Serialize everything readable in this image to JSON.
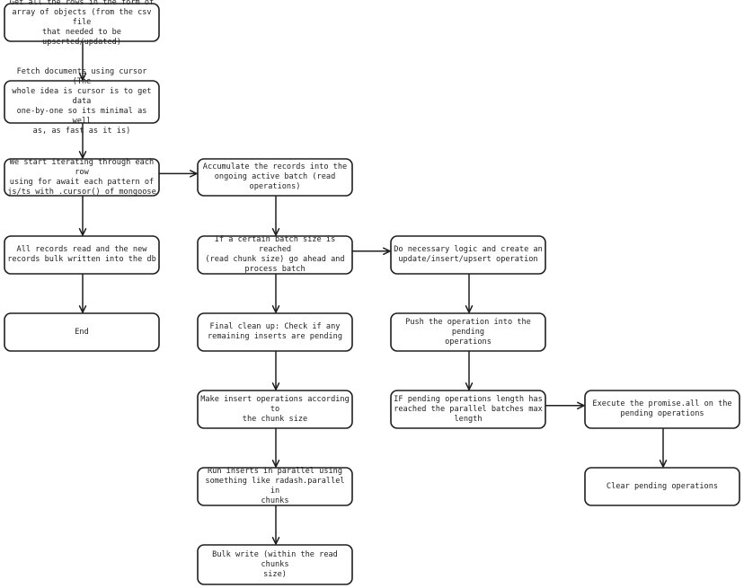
{
  "diagram": {
    "nodes": [
      {
        "id": "get-rows",
        "text": "Get all the rows in the form of\narray of objects (from the csv file\nthat needed to be upserted/updated)"
      },
      {
        "id": "fetch-cursor",
        "text": "Fetch documents using cursor (The\nwhole idea is cursor is to get data\none-by-one so its minimal as well\nas, as fast as it is)"
      },
      {
        "id": "iterate",
        "text": "We start iterating through each row\nusing for await each pattern of\njs/ts with .cursor() of mongoose"
      },
      {
        "id": "all-read",
        "text": "All records read and the new\nrecords bulk written into the db"
      },
      {
        "id": "end",
        "text": "End"
      },
      {
        "id": "accumulate",
        "text": "Accumulate the records into the\nongoing active batch (read\noperations)"
      },
      {
        "id": "batch-reached",
        "text": "If a certain batch size is reached\n(read chunk size) go ahead and\nprocess batch"
      },
      {
        "id": "final-cleanup",
        "text": "Final clean up: Check if any\nremaining inserts are pending"
      },
      {
        "id": "make-insert",
        "text": "Make insert operations according to\nthe chunk size"
      },
      {
        "id": "run-parallel",
        "text": "Run inserts in parallel using\nsomething like radash.parallel in\nchunks"
      },
      {
        "id": "bulk-write",
        "text": "Bulk write (within the read chunks\nsize)"
      },
      {
        "id": "necessary-logic",
        "text": "Do necessary logic and create an\nupdate/insert/upsert operation"
      },
      {
        "id": "push-op",
        "text": "Push the operation into the pending\noperations"
      },
      {
        "id": "pending-length",
        "text": "IF pending operations length has\nreached the parallel batches max\nlength"
      },
      {
        "id": "execute-promise",
        "text": "Execute the promise.all on the\npending operations"
      },
      {
        "id": "clear-pending",
        "text": "Clear pending operations"
      }
    ],
    "edges": [
      {
        "from": "get-rows",
        "to": "fetch-cursor"
      },
      {
        "from": "fetch-cursor",
        "to": "iterate"
      },
      {
        "from": "iterate",
        "to": "all-read"
      },
      {
        "from": "all-read",
        "to": "end"
      },
      {
        "from": "iterate",
        "to": "accumulate"
      },
      {
        "from": "accumulate",
        "to": "batch-reached"
      },
      {
        "from": "batch-reached",
        "to": "final-cleanup"
      },
      {
        "from": "final-cleanup",
        "to": "make-insert"
      },
      {
        "from": "make-insert",
        "to": "run-parallel"
      },
      {
        "from": "run-parallel",
        "to": "bulk-write"
      },
      {
        "from": "batch-reached",
        "to": "necessary-logic"
      },
      {
        "from": "necessary-logic",
        "to": "push-op"
      },
      {
        "from": "push-op",
        "to": "pending-length"
      },
      {
        "from": "pending-length",
        "to": "execute-promise"
      },
      {
        "from": "execute-promise",
        "to": "clear-pending"
      }
    ]
  }
}
